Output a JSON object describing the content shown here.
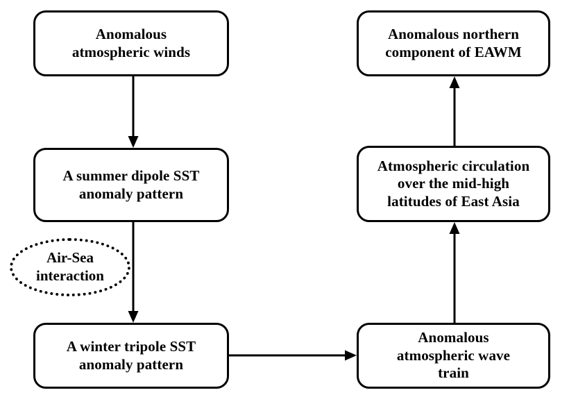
{
  "diagram": {
    "title": "Air-sea interaction flowchart linking summer wind anomalies to the East Asian winter monsoon",
    "type": "flowchart",
    "background_color": "#ffffff",
    "line_color": "#000000",
    "text_color": "#000000",
    "nodes": [
      {
        "id": "anomalous-atmospheric-winds",
        "shape": "rounded-rect",
        "border_style": "solid",
        "lines": [
          "Anomalous",
          "atmospheric winds"
        ],
        "text": "Anomalous atmospheric winds"
      },
      {
        "id": "summer-dipole-sst",
        "shape": "rounded-rect",
        "border_style": "solid",
        "lines": [
          "A summer dipole SST",
          "anomaly pattern"
        ],
        "text": "A summer dipole SST anomaly pattern"
      },
      {
        "id": "air-sea-interaction",
        "shape": "ellipse",
        "border_style": "dotted",
        "lines": [
          "Air-Sea",
          "interaction"
        ],
        "text": "Air-Sea interaction"
      },
      {
        "id": "winter-tripole-sst",
        "shape": "rounded-rect",
        "border_style": "solid",
        "lines": [
          "A winter tripole SST",
          "anomaly pattern"
        ],
        "text": "A winter tripole SST anomaly pattern"
      },
      {
        "id": "anomalous-wave-train",
        "shape": "rounded-rect",
        "border_style": "solid",
        "lines": [
          "Anomalous",
          "atmospheric wave",
          "train"
        ],
        "text": "Anomalous atmospheric wave train"
      },
      {
        "id": "atmospheric-circulation",
        "shape": "rounded-rect",
        "border_style": "solid",
        "lines": [
          "Atmospheric circulation",
          "over the mid-high",
          "latitudes of East Asia"
        ],
        "text": "Atmospheric circulation over the mid-high latitudes of East Asia"
      },
      {
        "id": "northern-component-eawm",
        "shape": "rounded-rect",
        "border_style": "solid",
        "lines": [
          "Anomalous northern",
          "component of EAWM"
        ],
        "text": "Anomalous northern component of EAWM"
      }
    ],
    "edges": [
      {
        "id": "winds-to-summer-sst",
        "from": "anomalous-atmospheric-winds",
        "to": "summer-dipole-sst",
        "direction": "down"
      },
      {
        "id": "summer-sst-to-winter-sst",
        "from": "summer-dipole-sst",
        "to": "winter-tripole-sst",
        "direction": "down"
      },
      {
        "id": "winter-sst-to-wave-train",
        "from": "winter-tripole-sst",
        "to": "anomalous-wave-train",
        "direction": "right"
      },
      {
        "id": "wave-train-to-circulation",
        "from": "anomalous-wave-train",
        "to": "atmospheric-circulation",
        "direction": "up"
      },
      {
        "id": "circulation-to-eawm",
        "from": "atmospheric-circulation",
        "to": "northern-component-eawm",
        "direction": "up"
      }
    ]
  }
}
